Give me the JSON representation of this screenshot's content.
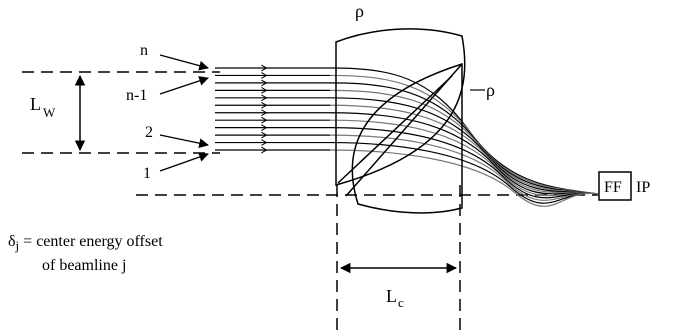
{
  "labels": {
    "rho_top": "ρ",
    "rho_right": "ρ",
    "n": "n",
    "n_minus_1": "n-1",
    "two": "2",
    "one": "1",
    "lw_main": "L",
    "lw_sub": "W",
    "lc_main": "L",
    "lc_sub": "c",
    "ff": "FF",
    "ip": "IP",
    "delta_symbol": "δ",
    "delta_sub": "j",
    "delta_text": " = center energy offset",
    "delta_text2": "of beamline j"
  }
}
